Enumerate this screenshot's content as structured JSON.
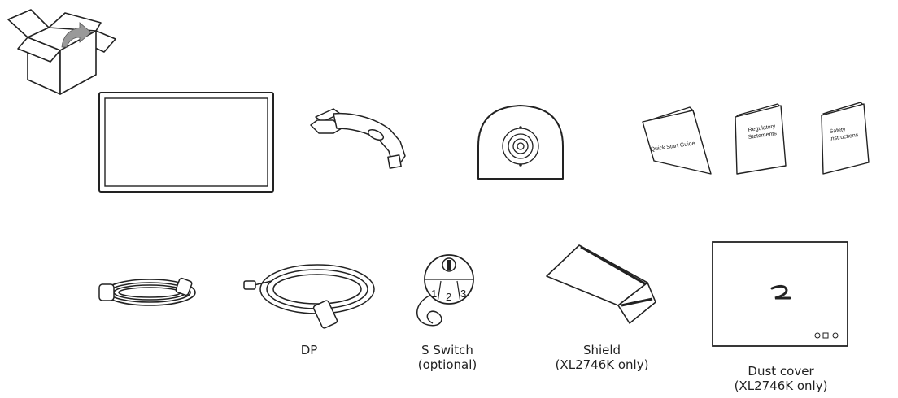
{
  "booklets": [
    {
      "text": "Quick Start Guide"
    },
    {
      "line1": "Regulatory",
      "line2": "Statements"
    },
    {
      "line1": "Safety",
      "line2": "Instructions"
    }
  ],
  "captions": {
    "dp": "DP",
    "s_switch": {
      "line1": "S Switch",
      "line2": "(optional)"
    },
    "shield": {
      "line1": "Shield",
      "line2": "(XL2746K only)"
    },
    "dust_cover": {
      "line1": "Dust cover",
      "line2": "(XL2746K only)"
    }
  },
  "s_switch_labels": {
    "one": "1",
    "two": "2",
    "three": "3"
  },
  "colors": {
    "line": "#222222",
    "fill": "#ffffff"
  }
}
